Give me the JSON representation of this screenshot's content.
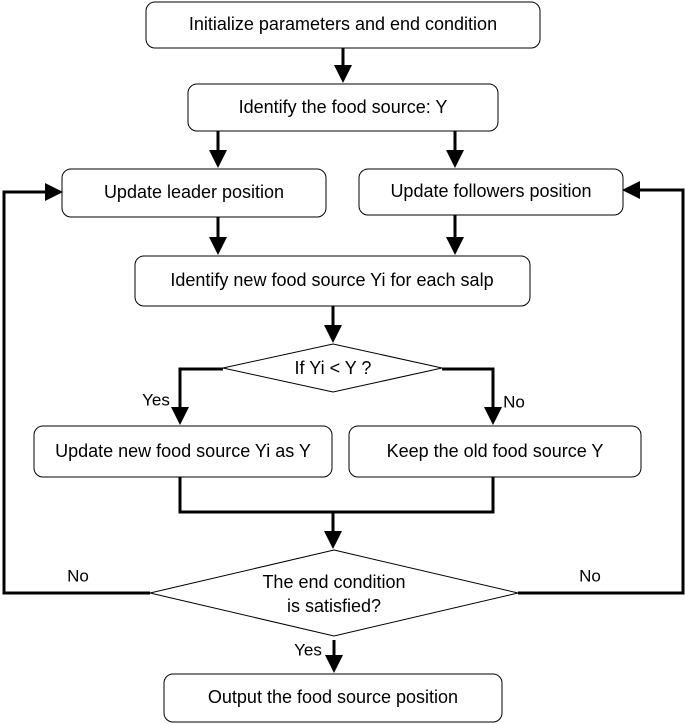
{
  "nodes": {
    "init": "Initialize parameters and end condition",
    "identify_food": "Identify the food source: Y",
    "update_leader": "Update leader position",
    "update_followers": "Update followers position",
    "identify_new": "Identify new food source Yi for each salp",
    "decision_compare": "If Yi < Y ?",
    "update_new": "Update new food source Yi as Y",
    "keep_old": "Keep the old food source Y",
    "decision_end_line1": "The end condition",
    "decision_end_line2": "is satisfied?",
    "output": "Output the food source position"
  },
  "edge_labels": {
    "compare_yes": "Yes",
    "compare_no": "No",
    "end_no_left": "No",
    "end_no_right": "No",
    "end_yes": "Yes"
  }
}
